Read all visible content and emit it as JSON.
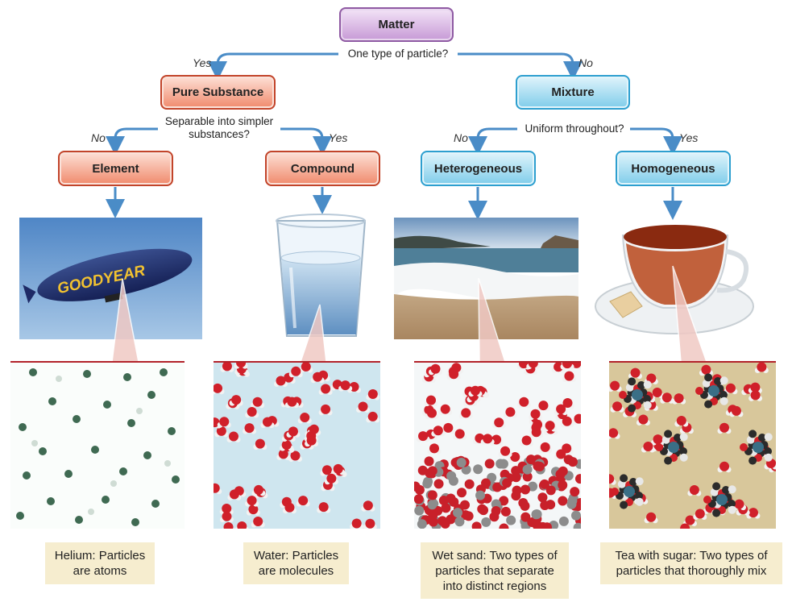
{
  "nodes": {
    "matter": "Matter",
    "pure_substance": "Pure Substance",
    "mixture": "Mixture",
    "element": "Element",
    "compound": "Compound",
    "heterogeneous": "Heterogeneous",
    "homogeneous": "Homogeneous"
  },
  "questions": {
    "q1": "One type of particle?",
    "q2_line1": "Separable into simpler",
    "q2_line2": "substances?",
    "q3": "Uniform throughout?"
  },
  "answers": {
    "yes": "Yes",
    "no": "No"
  },
  "photos": {
    "blimp_text": "GOODYEAR"
  },
  "captions": {
    "helium_1": "Helium: Particles",
    "helium_2": "are atoms",
    "water_1": "Water: Particles",
    "water_2": "are molecules",
    "sand_1": "Wet sand: Two types of",
    "sand_2": "particles that separate",
    "sand_3": "into distinct regions",
    "tea_1": "Tea with sugar: Two types of",
    "tea_2": "particles that thoroughly mix"
  },
  "colors": {
    "arrow": "#4a8cc7",
    "purple_border": "#8f5aa3",
    "red_border": "#c2442a",
    "blue_border": "#2d9fcf",
    "caption_bg": "#f6edcf"
  }
}
